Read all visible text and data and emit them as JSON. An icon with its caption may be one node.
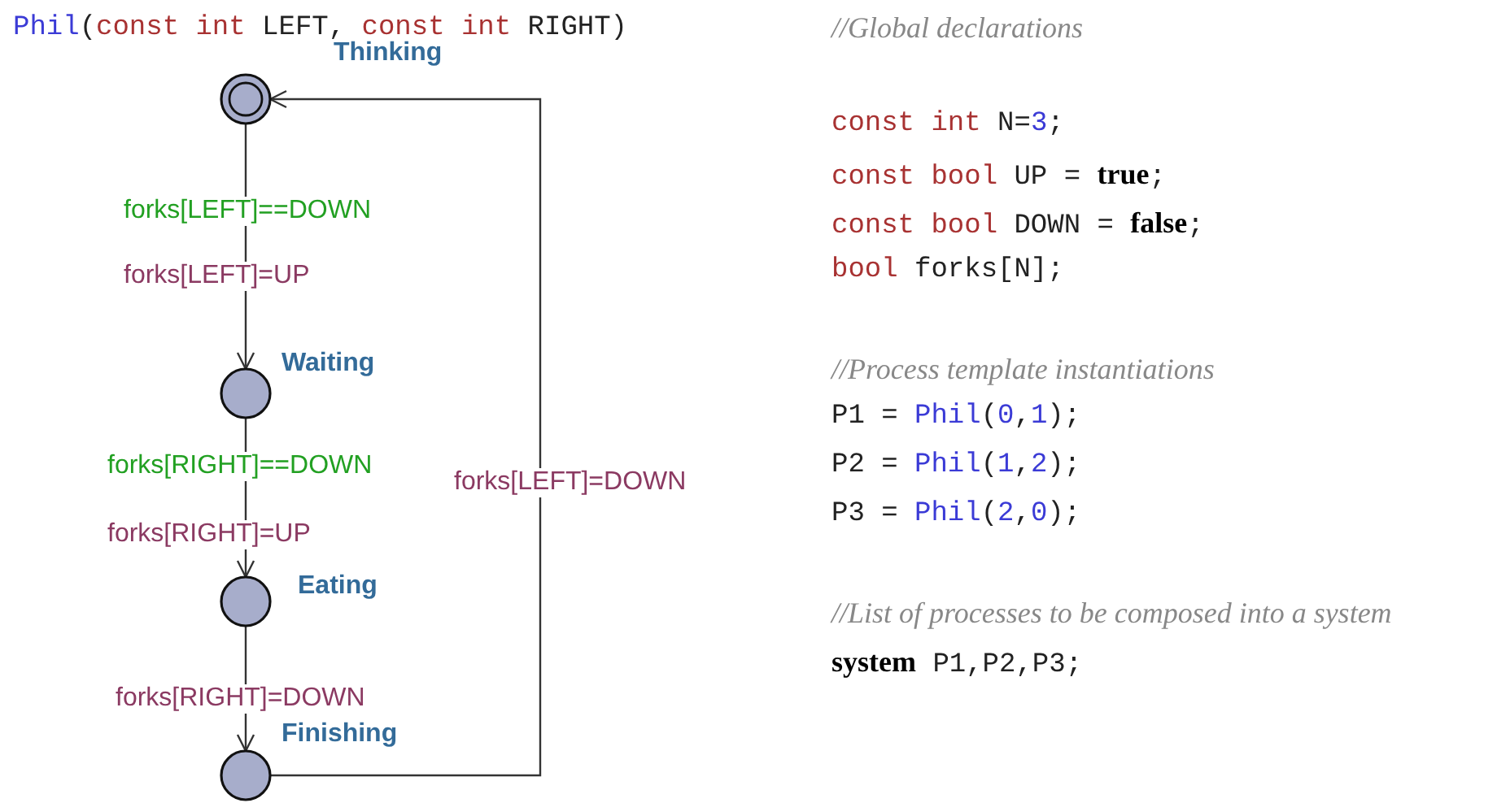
{
  "diagram": {
    "nodes": [
      {
        "text": [
          "Thinking"
        ]
      },
      {
        "text": [
          "Waiting"
        ]
      },
      {
        "text": [
          "Eating"
        ]
      },
      {
        "text": [
          "Finishing"
        ]
      }
    ],
    "edges": [
      {
        "from": 0,
        "to": 1,
        "arrow": "to"
      },
      {
        "from": 1,
        "to": 2,
        "arrow": "to"
      },
      {
        "from": 2,
        "to": 3,
        "arrow": "to"
      },
      {
        "from": 3,
        "to": 0,
        "arrow": "to"
      }
    ],
    "labels": [
      "Phil(const int LEFT, const int RIGHT)",
      "forks[LEFT]==DOWN",
      "forks[LEFT]=UP",
      "forks[RIGHT]==DOWN",
      "forks[LEFT]=DOWN",
      "forks[RIGHT]=UP",
      "forks[RIGHT]=DOWN",
      "//Global declarations",
      "const int N=3;",
      "const bool UP = **true**;",
      "const bool DOWN = **false**;",
      "bool forks[N];",
      "//Process template instantiations",
      "P1 = Phil(0,1);",
      "P2 = Phil(1,2);",
      "P3 = Phil(2,0);",
      "//List of processes to be composed into a system",
      "**system** P1,P2,P3;"
    ]
  }
}
